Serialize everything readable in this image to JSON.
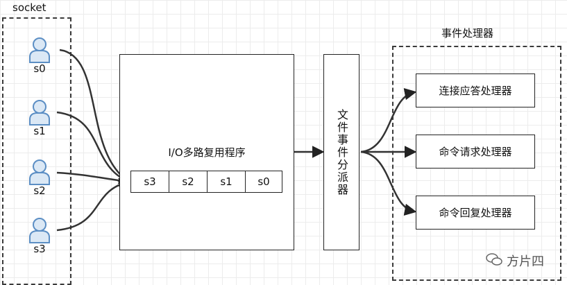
{
  "socket_group": {
    "title": "socket",
    "sockets": [
      {
        "label": "s0"
      },
      {
        "label": "s1"
      },
      {
        "label": "s2"
      },
      {
        "label": "s3"
      }
    ]
  },
  "multiplexer": {
    "title": "I/O多路复用程序",
    "queue": [
      "s3",
      "s2",
      "s1",
      "s0"
    ]
  },
  "dispatcher": {
    "label": "文件事件分派器"
  },
  "handlers_group": {
    "title": "事件处理器",
    "handlers": [
      {
        "label": "连接应答处理器"
      },
      {
        "label": "命令请求处理器"
      },
      {
        "label": "命令回复处理器"
      }
    ]
  },
  "watermark": {
    "text": "方片四"
  },
  "colors": {
    "user_icon_stroke": "#5b8ec4",
    "user_icon_fill": "#dbe8f5",
    "line": "#333333"
  }
}
